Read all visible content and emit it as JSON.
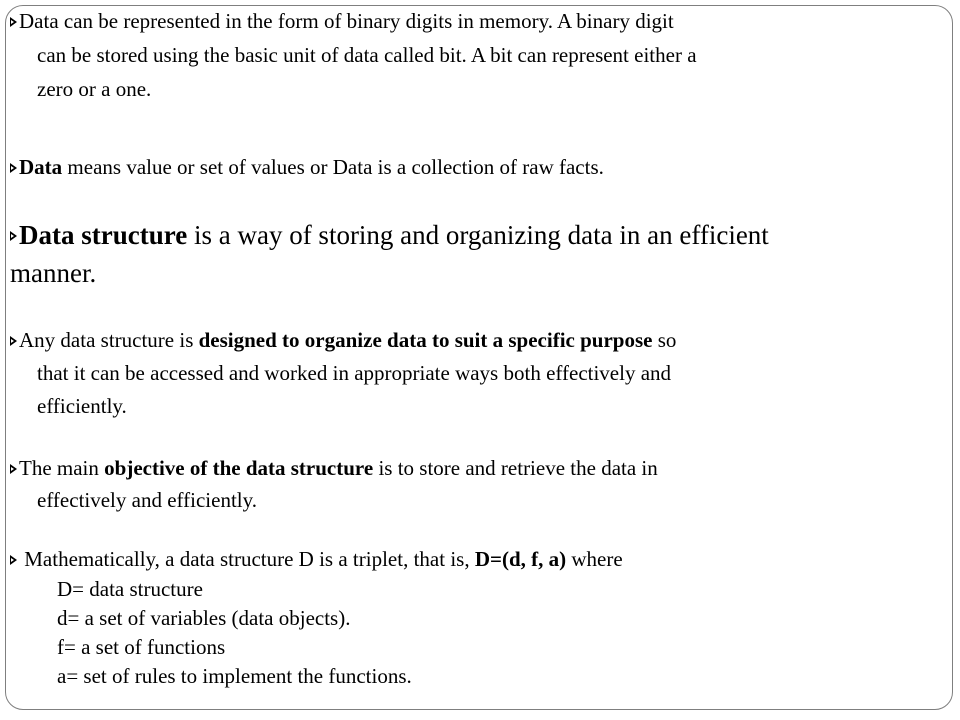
{
  "p1": {
    "l1": "Data can be represented in the form of binary digits in memory. A binary digit",
    "l2": "can be stored using the basic unit of data called bit. A bit can represent either a",
    "l3": "zero or a one."
  },
  "p2": {
    "bold": "Data",
    "rest": " means value or set of values or Data is a collection of raw facts."
  },
  "p3": {
    "bold": "Data structure",
    "rest": " is a way of storing and organizing data in an efficient",
    "l2": "manner."
  },
  "p4": {
    "pre": "Any data structure is ",
    "bold": "designed to organize data to suit a specific purpose",
    "post": " so",
    "l2": "that it can be accessed and worked in appropriate ways both effectively and",
    "l3": "efficiently."
  },
  "p5": {
    "pre": "The main ",
    "bold": "objective of the data structure",
    "post": " is to store and retrieve the data in",
    "l2": "effectively and efficiently."
  },
  "p6": {
    "pre": " Mathematically, a data structure D is a triplet, that is, ",
    "bold": "D=(d, f, a)",
    "post": " where",
    "l2": "D= data structure",
    "l3": "d= a set of variables (data objects).",
    "l4": "f= a set of functions",
    "l5": "a= set of rules to implement the functions."
  }
}
